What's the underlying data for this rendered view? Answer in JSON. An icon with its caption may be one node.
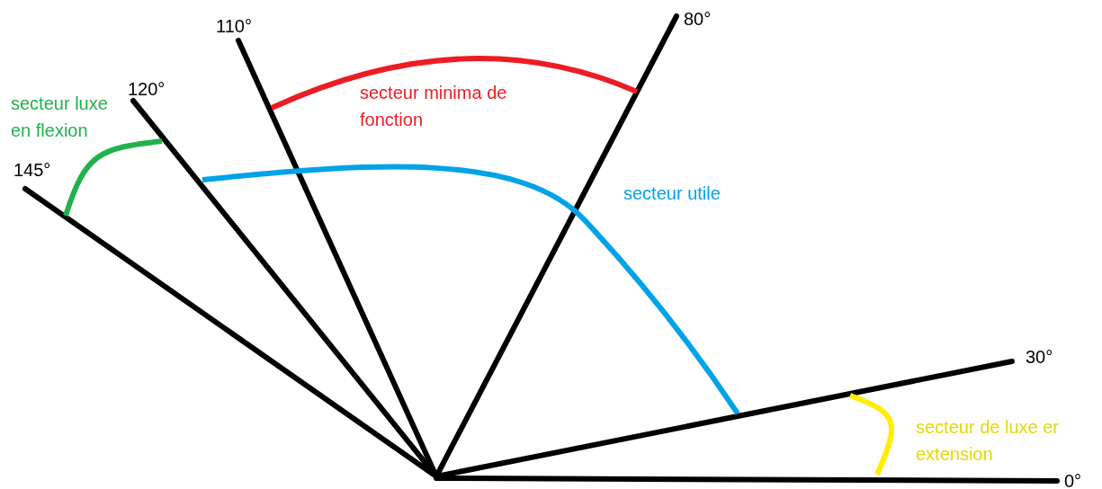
{
  "diagram": {
    "labels": [
      "110°",
      "80°",
      "120°",
      "secteur luxe en flexion",
      "secteur minima de fonction",
      "145°",
      "secteur utile",
      "30°",
      "secteur de luxe er extension",
      "0°"
    ]
  }
}
